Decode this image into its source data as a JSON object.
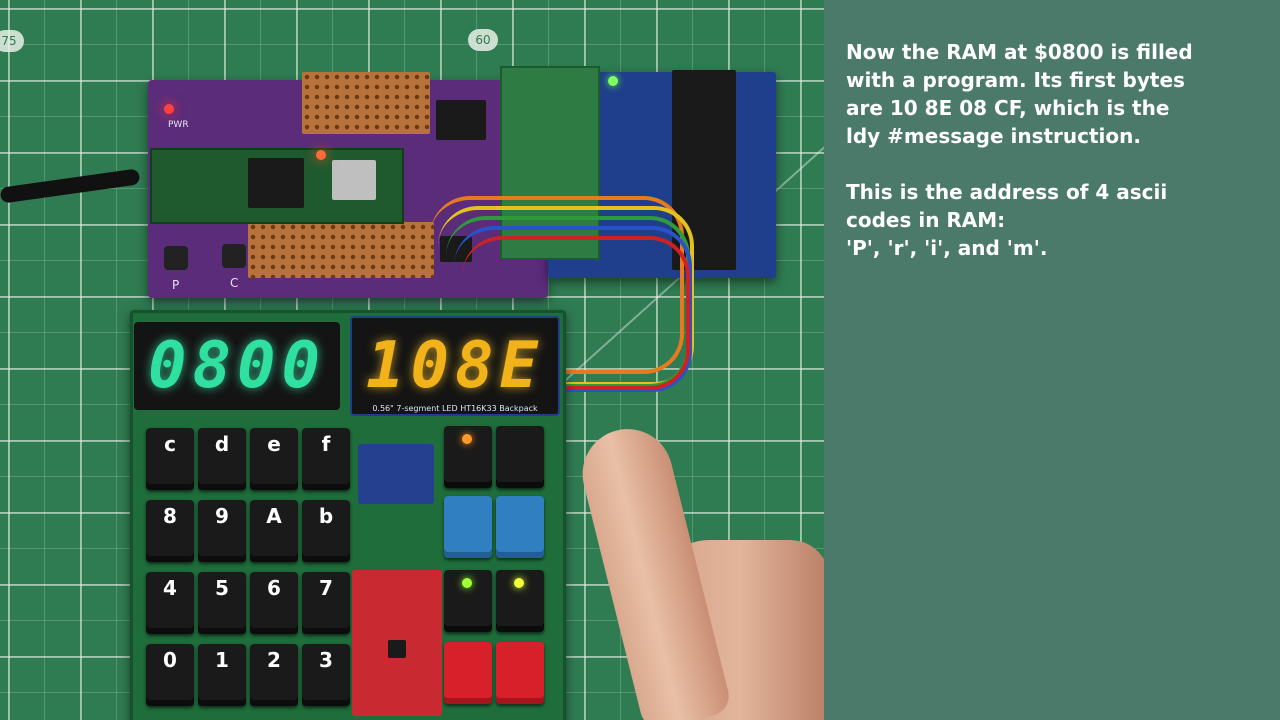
{
  "caption": {
    "paragraph1_lines": [
      "Now the RAM at $0800 is filled",
      "with a program. Its first bytes",
      "are 10 8E 08 CF, which is the",
      "ldy #message instruction."
    ],
    "paragraph2_lines": [
      "This is the address of 4 ascii",
      "codes in RAM:",
      "'P', 'r', 'i', and 'm'."
    ]
  },
  "photo": {
    "ruler_marks": [
      "75",
      "60"
    ],
    "board_labels": {
      "pwr": "PWR",
      "button_p": "P",
      "button_c": "C"
    },
    "address_display": "0800",
    "data_display": "108E",
    "display_caption": "0.56\" 7-segment LED HT16K33 Backpack",
    "keypad": {
      "rows": [
        [
          "c",
          "d",
          "e",
          "f"
        ],
        [
          "8",
          "9",
          "A",
          "b"
        ],
        [
          "4",
          "5",
          "6",
          "7"
        ],
        [
          "0",
          "1",
          "2",
          "3"
        ]
      ]
    },
    "colors": {
      "address_digits": "#2fe0a0",
      "data_digits": "#f2b21a",
      "mat_green": "#2f7b52",
      "panel_bg": "#4b7a6b"
    }
  }
}
